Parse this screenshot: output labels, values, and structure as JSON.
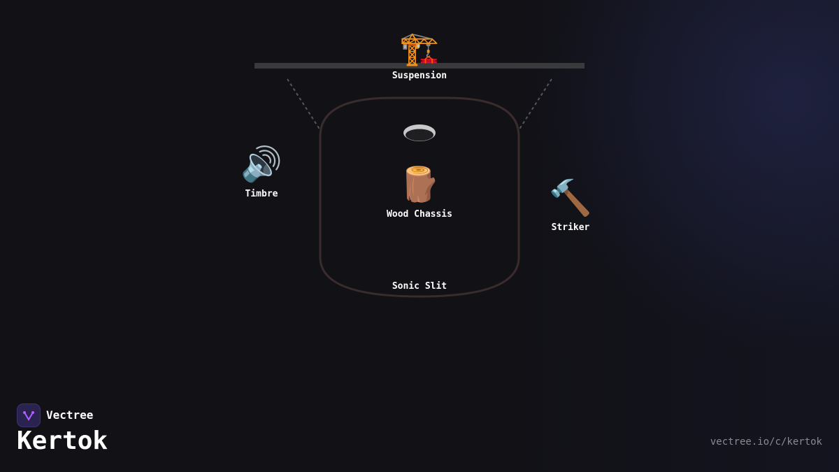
{
  "diagram": {
    "suspension": {
      "label": "Suspension",
      "icon": "crane-icon",
      "glyph": "🏗️"
    },
    "timbre": {
      "label": "Timbre",
      "icon": "speaker-icon",
      "glyph": "🔊"
    },
    "wood_chassis": {
      "label": "Wood Chassis",
      "icon": "wood-log-icon",
      "glyph": "🪵"
    },
    "striker": {
      "label": "Striker",
      "icon": "hammer-icon",
      "glyph": "🔨"
    },
    "sonic_slit": {
      "label": "Sonic Slit",
      "icon": "hole-icon"
    },
    "colors": {
      "background": "#111116",
      "beam": "#3a3a3d",
      "body_outline": "#3a2c2c",
      "dashed_line": "#55555a"
    }
  },
  "footer": {
    "brand": "Vectree",
    "title": "Kertok",
    "url": "vectree.io/c/kertok"
  }
}
